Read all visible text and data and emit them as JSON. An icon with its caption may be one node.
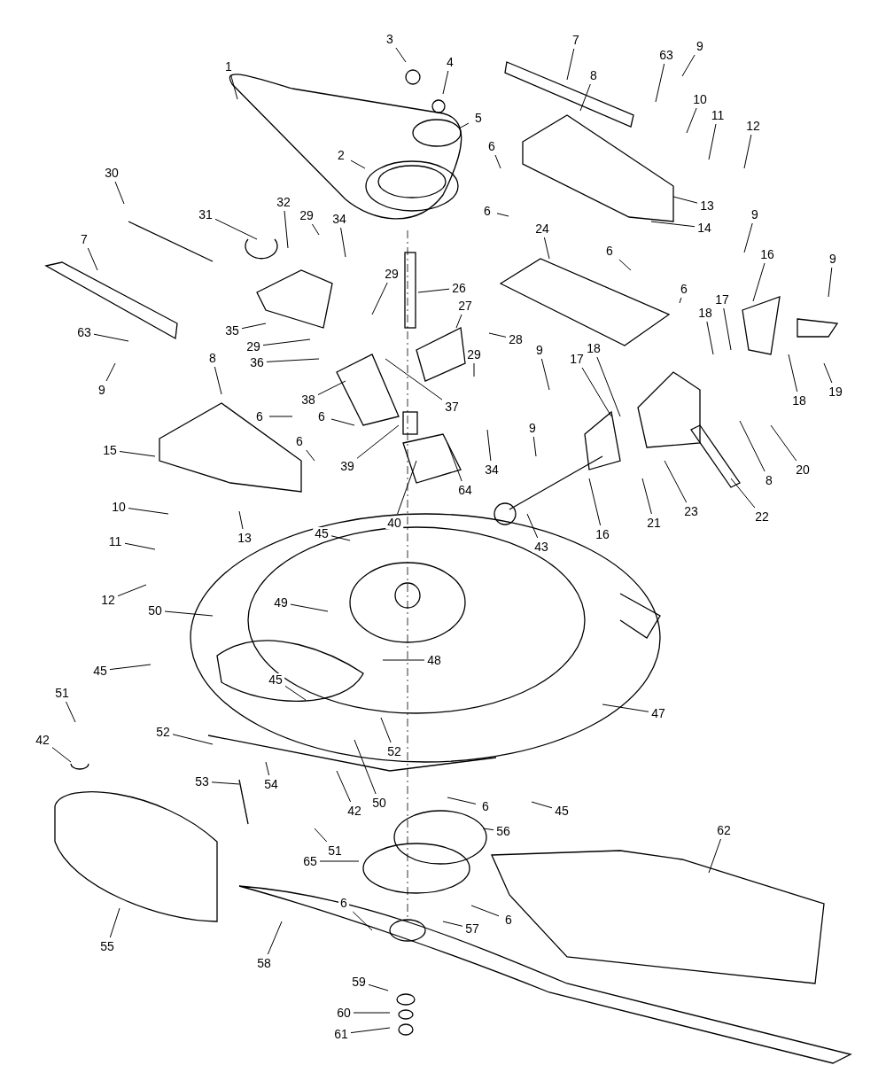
{
  "diagram": {
    "nodes": [
      {
        "text": [
          "1"
        ]
      },
      {
        "text": [
          "3"
        ]
      },
      {
        "text": [
          "4"
        ]
      },
      {
        "text": [
          "5"
        ]
      },
      {
        "text": [
          "2"
        ]
      },
      {
        "text": [
          "7"
        ]
      },
      {
        "text": [
          "8"
        ]
      },
      {
        "text": [
          "63"
        ]
      },
      {
        "text": [
          "9"
        ]
      },
      {
        "text": [
          "10"
        ]
      },
      {
        "text": [
          "11"
        ]
      },
      {
        "text": [
          "12"
        ]
      },
      {
        "text": [
          "6"
        ]
      },
      {
        "text": [
          "13"
        ]
      },
      {
        "text": [
          "6"
        ]
      },
      {
        "text": [
          "14"
        ]
      },
      {
        "text": [
          "30"
        ]
      },
      {
        "text": [
          "31"
        ]
      },
      {
        "text": [
          "32"
        ]
      },
      {
        "text": [
          "29"
        ]
      },
      {
        "text": [
          "34"
        ]
      },
      {
        "text": [
          "24"
        ]
      },
      {
        "text": [
          "26"
        ]
      },
      {
        "text": [
          "6"
        ]
      },
      {
        "text": [
          "6"
        ]
      },
      {
        "text": [
          "9"
        ]
      },
      {
        "text": [
          "16"
        ]
      },
      {
        "text": [
          "9"
        ]
      },
      {
        "text": [
          "29"
        ]
      },
      {
        "text": [
          "27"
        ]
      },
      {
        "text": [
          "28"
        ]
      },
      {
        "text": [
          "18"
        ]
      },
      {
        "text": [
          "17"
        ]
      },
      {
        "text": [
          "7"
        ]
      },
      {
        "text": [
          "63"
        ]
      },
      {
        "text": [
          "9"
        ]
      },
      {
        "text": [
          "35"
        ]
      },
      {
        "text": [
          "29"
        ]
      },
      {
        "text": [
          "36"
        ]
      },
      {
        "text": [
          "8"
        ]
      },
      {
        "text": [
          "37"
        ]
      },
      {
        "text": [
          "38"
        ]
      },
      {
        "text": [
          "29"
        ]
      },
      {
        "text": [
          "9"
        ]
      },
      {
        "text": [
          "17"
        ]
      },
      {
        "text": [
          "18"
        ]
      },
      {
        "text": [
          "19"
        ]
      },
      {
        "text": [
          "18"
        ]
      },
      {
        "text": [
          "6"
        ]
      },
      {
        "text": [
          "6"
        ]
      },
      {
        "text": [
          "6"
        ]
      },
      {
        "text": [
          "15"
        ]
      },
      {
        "text": [
          "39"
        ]
      },
      {
        "text": [
          "34"
        ]
      },
      {
        "text": [
          "64"
        ]
      },
      {
        "text": [
          "9"
        ]
      },
      {
        "text": [
          "8"
        ]
      },
      {
        "text": [
          "20"
        ]
      },
      {
        "text": [
          "16"
        ]
      },
      {
        "text": [
          "21"
        ]
      },
      {
        "text": [
          "23"
        ]
      },
      {
        "text": [
          "22"
        ]
      },
      {
        "text": [
          "10"
        ]
      },
      {
        "text": [
          "13"
        ]
      },
      {
        "text": [
          "40"
        ]
      },
      {
        "text": [
          "43"
        ]
      },
      {
        "text": [
          "11"
        ]
      },
      {
        "text": [
          "45"
        ]
      },
      {
        "text": [
          "12"
        ]
      },
      {
        "text": [
          "50"
        ]
      },
      {
        "text": [
          "49"
        ]
      },
      {
        "text": [
          "48"
        ]
      },
      {
        "text": [
          "45"
        ]
      },
      {
        "text": [
          "45"
        ]
      },
      {
        "text": [
          "47"
        ]
      },
      {
        "text": [
          "51"
        ]
      },
      {
        "text": [
          "52"
        ]
      },
      {
        "text": [
          "52"
        ]
      },
      {
        "text": [
          "42"
        ]
      },
      {
        "text": [
          "53"
        ]
      },
      {
        "text": [
          "54"
        ]
      },
      {
        "text": [
          "50"
        ]
      },
      {
        "text": [
          "42"
        ]
      },
      {
        "text": [
          "6"
        ]
      },
      {
        "text": [
          "45"
        ]
      },
      {
        "text": [
          "51"
        ]
      },
      {
        "text": [
          "56"
        ]
      },
      {
        "text": [
          "65"
        ]
      },
      {
        "text": [
          "62"
        ]
      },
      {
        "text": [
          "55"
        ]
      },
      {
        "text": [
          "6"
        ]
      },
      {
        "text": [
          "6"
        ]
      },
      {
        "text": [
          "57"
        ]
      },
      {
        "text": [
          "58"
        ]
      },
      {
        "text": [
          "59"
        ]
      },
      {
        "text": [
          "60"
        ]
      },
      {
        "text": [
          "61"
        ]
      }
    ],
    "edges": [
      {
        "from": 0,
        "to": null,
        "arrow": "none"
      },
      {
        "from": 1,
        "to": null,
        "arrow": "none"
      },
      {
        "from": 2,
        "to": null,
        "arrow": "none"
      },
      {
        "from": 3,
        "to": null,
        "arrow": "none"
      },
      {
        "from": 4,
        "to": null,
        "arrow": "none"
      },
      {
        "from": 5,
        "to": null,
        "arrow": "none"
      },
      {
        "from": 6,
        "to": null,
        "arrow": "none"
      },
      {
        "from": 7,
        "to": null,
        "arrow": "none"
      },
      {
        "from": 8,
        "to": null,
        "arrow": "none"
      },
      {
        "from": 9,
        "to": null,
        "arrow": "none"
      },
      {
        "from": 10,
        "to": null,
        "arrow": "none"
      },
      {
        "from": 11,
        "to": null,
        "arrow": "none"
      },
      {
        "from": 12,
        "to": null,
        "arrow": "none"
      },
      {
        "from": 13,
        "to": null,
        "arrow": "none"
      },
      {
        "from": 14,
        "to": null,
        "arrow": "none"
      },
      {
        "from": 15,
        "to": null,
        "arrow": "none"
      },
      {
        "from": 16,
        "to": null,
        "arrow": "none"
      },
      {
        "from": 17,
        "to": null,
        "arrow": "none"
      },
      {
        "from": 18,
        "to": null,
        "arrow": "none"
      },
      {
        "from": 19,
        "to": null,
        "arrow": "none"
      },
      {
        "from": 20,
        "to": null,
        "arrow": "none"
      },
      {
        "from": 21,
        "to": null,
        "arrow": "none"
      },
      {
        "from": 22,
        "to": null,
        "arrow": "none"
      },
      {
        "from": 23,
        "to": null,
        "arrow": "none"
      },
      {
        "from": 24,
        "to": null,
        "arrow": "none"
      },
      {
        "from": 25,
        "to": null,
        "arrow": "none"
      },
      {
        "from": 26,
        "to": null,
        "arrow": "none"
      },
      {
        "from": 27,
        "to": null,
        "arrow": "none"
      },
      {
        "from": 28,
        "to": null,
        "arrow": "none"
      },
      {
        "from": 29,
        "to": null,
        "arrow": "none"
      },
      {
        "from": 30,
        "to": null,
        "arrow": "none"
      },
      {
        "from": 31,
        "to": null,
        "arrow": "none"
      },
      {
        "from": 32,
        "to": null,
        "arrow": "none"
      },
      {
        "from": 33,
        "to": null,
        "arrow": "none"
      },
      {
        "from": 34,
        "to": null,
        "arrow": "none"
      },
      {
        "from": 35,
        "to": null,
        "arrow": "none"
      },
      {
        "from": 36,
        "to": null,
        "arrow": "none"
      },
      {
        "from": 37,
        "to": null,
        "arrow": "none"
      },
      {
        "from": 38,
        "to": null,
        "arrow": "none"
      },
      {
        "from": 39,
        "to": null,
        "arrow": "none"
      },
      {
        "from": 40,
        "to": null,
        "arrow": "none"
      },
      {
        "from": 41,
        "to": null,
        "arrow": "none"
      },
      {
        "from": 42,
        "to": null,
        "arrow": "none"
      },
      {
        "from": 43,
        "to": null,
        "arrow": "none"
      },
      {
        "from": 44,
        "to": null,
        "arrow": "none"
      },
      {
        "from": 45,
        "to": null,
        "arrow": "none"
      },
      {
        "from": 46,
        "to": null,
        "arrow": "none"
      },
      {
        "from": 47,
        "to": null,
        "arrow": "none"
      },
      {
        "from": 48,
        "to": null,
        "arrow": "none"
      },
      {
        "from": 49,
        "to": null,
        "arrow": "none"
      },
      {
        "from": 50,
        "to": null,
        "arrow": "none"
      },
      {
        "from": 51,
        "to": null,
        "arrow": "none"
      },
      {
        "from": 52,
        "to": null,
        "arrow": "none"
      },
      {
        "from": 53,
        "to": null,
        "arrow": "none"
      },
      {
        "from": 54,
        "to": null,
        "arrow": "none"
      },
      {
        "from": 55,
        "to": null,
        "arrow": "none"
      },
      {
        "from": 56,
        "to": null,
        "arrow": "none"
      },
      {
        "from": 57,
        "to": null,
        "arrow": "none"
      },
      {
        "from": 58,
        "to": null,
        "arrow": "none"
      },
      {
        "from": 59,
        "to": null,
        "arrow": "none"
      },
      {
        "from": 60,
        "to": null,
        "arrow": "none"
      },
      {
        "from": 61,
        "to": null,
        "arrow": "none"
      },
      {
        "from": 62,
        "to": null,
        "arrow": "none"
      },
      {
        "from": 63,
        "to": null,
        "arrow": "none"
      },
      {
        "from": 64,
        "to": null,
        "arrow": "none"
      },
      {
        "from": 65,
        "to": null,
        "arrow": "none"
      },
      {
        "from": 66,
        "to": null,
        "arrow": "none"
      },
      {
        "from": 67,
        "to": null,
        "arrow": "none"
      },
      {
        "from": 68,
        "to": null,
        "arrow": "none"
      },
      {
        "from": 69,
        "to": null,
        "arrow": "none"
      },
      {
        "from": 70,
        "to": null,
        "arrow": "none"
      },
      {
        "from": 71,
        "to": null,
        "arrow": "none"
      },
      {
        "from": 72,
        "to": null,
        "arrow": "none"
      },
      {
        "from": 73,
        "to": null,
        "arrow": "none"
      },
      {
        "from": 74,
        "to": null,
        "arrow": "none"
      },
      {
        "from": 75,
        "to": null,
        "arrow": "none"
      },
      {
        "from": 76,
        "to": null,
        "arrow": "none"
      },
      {
        "from": 77,
        "to": null,
        "arrow": "none"
      },
      {
        "from": 78,
        "to": null,
        "arrow": "none"
      },
      {
        "from": 79,
        "to": null,
        "arrow": "none"
      },
      {
        "from": 80,
        "to": null,
        "arrow": "none"
      },
      {
        "from": 81,
        "to": null,
        "arrow": "none"
      },
      {
        "from": 82,
        "to": null,
        "arrow": "none"
      },
      {
        "from": 83,
        "to": null,
        "arrow": "none"
      },
      {
        "from": 84,
        "to": null,
        "arrow": "none"
      },
      {
        "from": 85,
        "to": null,
        "arrow": "none"
      },
      {
        "from": 86,
        "to": null,
        "arrow": "none"
      },
      {
        "from": 87,
        "to": null,
        "arrow": "none"
      },
      {
        "from": 88,
        "to": null,
        "arrow": "none"
      },
      {
        "from": 89,
        "to": null,
        "arrow": "none"
      },
      {
        "from": 90,
        "to": null,
        "arrow": "none"
      },
      {
        "from": 91,
        "to": null,
        "arrow": "none"
      },
      {
        "from": 92,
        "to": null,
        "arrow": "none"
      },
      {
        "from": 93,
        "to": null,
        "arrow": "none"
      },
      {
        "from": 94,
        "to": null,
        "arrow": "none"
      },
      {
        "from": 95,
        "to": null,
        "arrow": "none"
      },
      {
        "from": 96,
        "to": null,
        "arrow": "none"
      }
    ]
  }
}
